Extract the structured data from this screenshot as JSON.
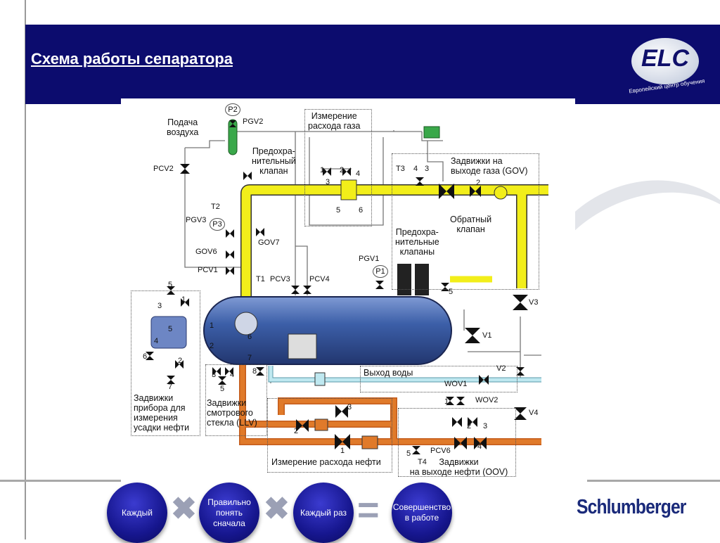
{
  "slide": {
    "title": "Схема работы сепаратора"
  },
  "logo": {
    "text": "ELC",
    "subtitle": "Европейский центр обучения"
  },
  "colors": {
    "header": "#0c0c6e",
    "gas_pipe": "#f2ee1a",
    "oil_pipe": "#e07a2a",
    "water_pipe": "#bfe8f0",
    "vessel": "#3c5fa8"
  },
  "diagram": {
    "labels": {
      "air_supply": "Подача\nвоздуха",
      "relief_valve": "Предохра-\nнительный\nклапан",
      "gas_metering": "Измерение\nрасхода газа",
      "gas_outlet_valves": "Задвижки на\nвыходе газа (GOV)",
      "check_valve": "Обратный\nклапан",
      "relief_valves": "Предохра-\nнительные\nклапаны",
      "water_outlet": "Выход воды",
      "shrink_valves": "Задвижки\nприбора для\nизмерения\nусадки нефти",
      "sight_glass_valves": "Задвижки\nсмотрового\nстекла (LLV)",
      "oil_metering": "Измерение расхода нефти",
      "oil_outlet_valves": "Задвижки\nна выходе нефти (OOV)"
    },
    "gauges": [
      "P2",
      "P3",
      "P1"
    ],
    "tags": [
      "PGV2",
      "PCV2",
      "T2",
      "PGV3",
      "GOV7",
      "GOV6",
      "PCV1",
      "T1",
      "PCV3",
      "PCV4",
      "T3",
      "PGV1",
      "V3",
      "V1",
      "V2",
      "V4",
      "WOV1",
      "WOV2",
      "PCV6",
      "T4"
    ],
    "numbers": [
      "1",
      "2",
      "3",
      "4",
      "5",
      "6",
      "4",
      "3",
      "2",
      "5",
      "5",
      "1",
      "3",
      "5",
      "1",
      "2",
      "4",
      "6",
      "2",
      "7",
      "3",
      "4",
      "5",
      "6",
      "7",
      "8",
      "3",
      "2",
      "1",
      "1",
      "2",
      "3",
      "4",
      "5"
    ]
  },
  "footer": {
    "circles": [
      "Каждый",
      "Правильно\nпонять\nсначала",
      "Каждый раз",
      "Совершенство\nв работе"
    ],
    "operators": [
      "✖",
      "✖",
      "="
    ],
    "brand": "Schlumberger"
  }
}
